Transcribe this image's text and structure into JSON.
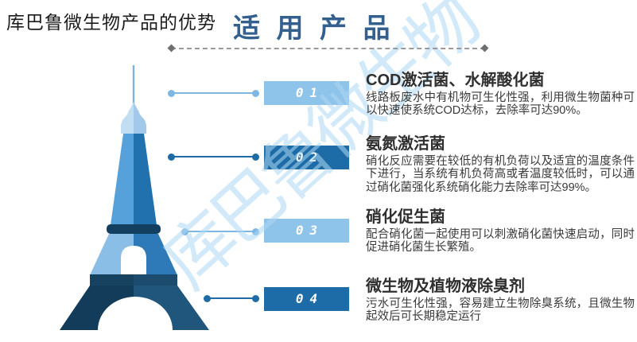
{
  "page": {
    "heading": "库巴鲁微生物产品的优势",
    "title": "适 用 产 品",
    "watermark": "库巴鲁微生物"
  },
  "colors": {
    "title_blue": "#33608F",
    "badge_light_blue": "#8EC3EA",
    "badge_dark_blue": "#1D6BA7",
    "watermark_blue": "#ADD8F3",
    "tower_light_blue": "#57A1DB",
    "tower_medium_blue": "#2171AF",
    "tower_navy": "#133C5B",
    "text_dark": "#2f2f2f"
  },
  "illustration": {
    "name": "eiffel-tower"
  },
  "items": [
    {
      "number": "01",
      "tone": "light",
      "title": "COD激活菌、水解酸化菌",
      "desc": "线路板废水中有机物可生化性强，利用微生物菌种可以快速使系统COD达标，去除率可达90%。"
    },
    {
      "number": "02",
      "tone": "dark",
      "title": "氨氮激活菌",
      "desc": "硝化反应需要在较低的有机负荷以及适宜的温度条件下进行，当系统有机负荷高或者温度较低时，可以通过硝化菌强化系统硝化能力去除率可达99%。"
    },
    {
      "number": "03",
      "tone": "light",
      "title": "硝化促生菌",
      "desc": "配合硝化菌一起使用可以刺激硝化菌快速启动，同时促进硝化菌生长繁殖。"
    },
    {
      "number": "04",
      "tone": "dark",
      "title": "微生物及植物液除臭剂",
      "desc": "污水可生化性强，容易建立生物除臭系统，且微生物起效后可长期稳定运行"
    }
  ]
}
